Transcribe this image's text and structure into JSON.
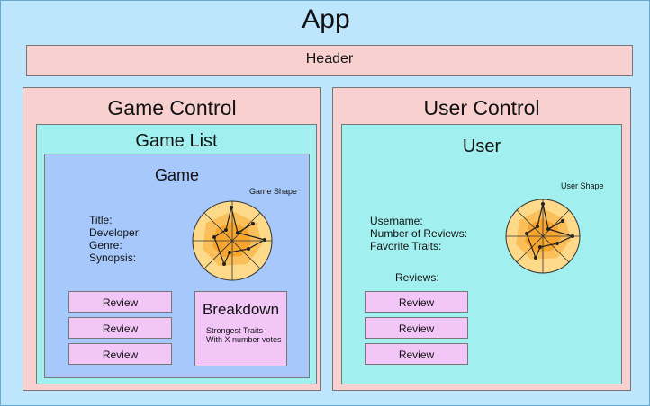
{
  "app": {
    "title": "App"
  },
  "header": {
    "label": "Header"
  },
  "game_control": {
    "title": "Game Control",
    "game_list": {
      "title": "Game List",
      "game": {
        "title": "Game",
        "shape_label": "Game Shape",
        "fields": [
          "Title:",
          "Developer:",
          "Genre:",
          "Synopsis:"
        ],
        "reviews": [
          "Review",
          "Review",
          "Review"
        ],
        "breakdown": {
          "title": "Breakdown",
          "lines": [
            "Strongest Traits",
            "With X number votes"
          ]
        }
      }
    }
  },
  "user_control": {
    "title": "User Control",
    "user": {
      "title": "User",
      "shape_label": "User Shape",
      "fields": [
        "Username:",
        "Number of Reviews:",
        "Favorite Traits:"
      ],
      "reviews_label": "Reviews:",
      "reviews": [
        "Review",
        "Review",
        "Review"
      ]
    }
  },
  "colors": {
    "app_bg": "#bde5fb",
    "header_bg": "#f8d0d0",
    "control_bg": "#f8d0d0",
    "list_bg": "#a1f0ef",
    "game_bg": "#a7c8fb",
    "review_bg": "#f2c7f8",
    "radar_outer": "#fdd98a",
    "radar_mid": "#fbbf59",
    "radar_inner": "#f6a52e"
  }
}
